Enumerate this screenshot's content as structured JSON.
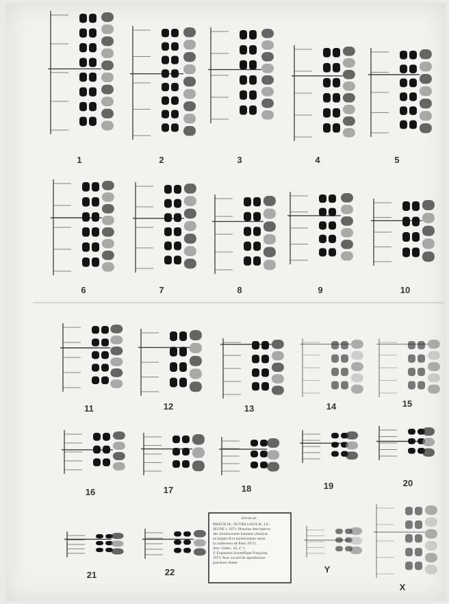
{
  "chromosomes": [
    {
      "id": "1"
    },
    {
      "id": "2"
    },
    {
      "id": "3"
    },
    {
      "id": "4"
    },
    {
      "id": "5"
    },
    {
      "id": "6"
    },
    {
      "id": "7"
    },
    {
      "id": "8"
    },
    {
      "id": "9"
    },
    {
      "id": "10"
    },
    {
      "id": "11"
    },
    {
      "id": "12"
    },
    {
      "id": "13"
    },
    {
      "id": "14"
    },
    {
      "id": "15"
    },
    {
      "id": "16"
    },
    {
      "id": "17"
    },
    {
      "id": "18"
    },
    {
      "id": "19"
    },
    {
      "id": "20"
    },
    {
      "id": "21"
    },
    {
      "id": "22"
    },
    {
      "id": "Y"
    },
    {
      "id": "X"
    }
  ],
  "caption": {
    "heading": "Extrait de :",
    "lines": [
      "PRIEUR M., DUTRILLAUX B., LE-",
      "JEUNE J. 1973. Planches descriptives",
      "des chromosomes humains (Analyse",
      "en bandes R et nomenclature selon",
      "la conférence de Paris 1971).",
      "Ann. Génét., 16, n° 1.",
      "",
      "© Expansion Scientifique Française,",
      "1973. Avec accord de reproduction",
      "gracieuse donné."
    ]
  },
  "colors": {
    "paper": "#f1f3ee",
    "band": "#141414",
    "ideogram_line": "#3a3a3a"
  }
}
